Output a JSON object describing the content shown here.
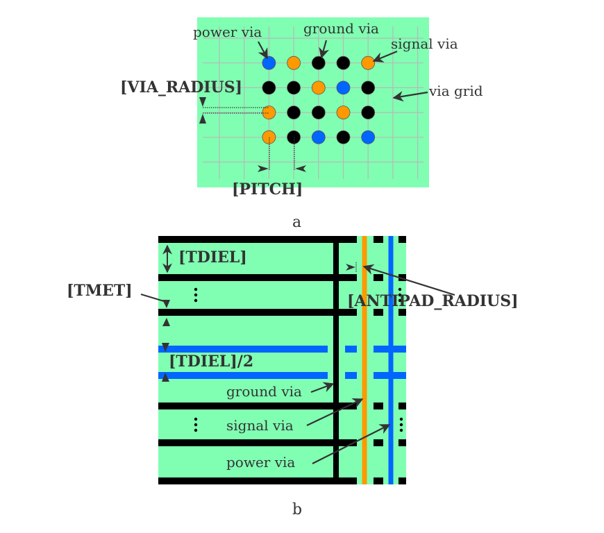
{
  "colors": {
    "dielectric": "#80ffb2",
    "grid_line": "#b8b8b8",
    "power": "#0066ff",
    "ground": "#000000",
    "signal": "#ff9900",
    "arrow": "#333333"
  },
  "panel_a": {
    "caption": "a",
    "labels": {
      "power_via": "power via",
      "ground_via": "ground via",
      "signal_via": "signal via",
      "via_grid": "via grid",
      "via_radius": "[VIA_RADIUS]",
      "pitch": "[PITCH]"
    },
    "via_matrix": [
      [
        "power",
        "signal",
        "ground",
        "ground",
        "signal"
      ],
      [
        "ground",
        "ground",
        "signal",
        "power",
        "ground"
      ],
      [
        "signal",
        "ground",
        "ground",
        "signal",
        "ground"
      ],
      [
        "signal",
        "ground",
        "power",
        "ground",
        "power"
      ]
    ]
  },
  "panel_b": {
    "caption": "b",
    "labels": {
      "tdiel": "[TDIEL]",
      "tmet": "[TMET]",
      "tdiel_half": "[TDIEL]/2",
      "antipad_radius": "[ANTIPAD_RADIUS]",
      "ground_via": "ground via",
      "signal_via": "signal via",
      "power_via": "power via"
    },
    "layers_top_to_bottom": [
      "ground",
      "ground",
      "ground",
      "power",
      "power",
      "ground",
      "ground",
      "ground"
    ],
    "vias_left_to_right": [
      "ground",
      "signal",
      "power"
    ]
  }
}
